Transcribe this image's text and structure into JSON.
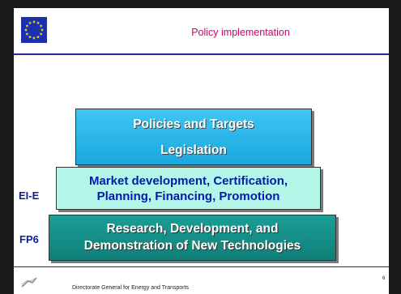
{
  "header": {
    "title": "Policy implementation"
  },
  "blocks": {
    "policies_line1": "Policies and Targets",
    "policies_line2": "Legislation",
    "market_line1": "Market development, Certification,",
    "market_line2": "Planning, Financing, Promotion",
    "rdd_line1": "Research, Development, and",
    "rdd_line2": "Demonstration of New Technologies"
  },
  "side_labels": {
    "eie": "EI-E",
    "fp6": "FP6"
  },
  "footer": {
    "text": "Directorate General for Energy and Transports",
    "page_number": "6"
  },
  "colors": {
    "title": "#d4006a",
    "policies_block": "#29b6ec",
    "market_block": "#b3f5e6",
    "rdd_block": "#148f87",
    "labels": "#0d1f9a"
  },
  "icons": {
    "logo": "eu-flag-icon",
    "footer_logo": "dg-tren-logo-icon"
  }
}
